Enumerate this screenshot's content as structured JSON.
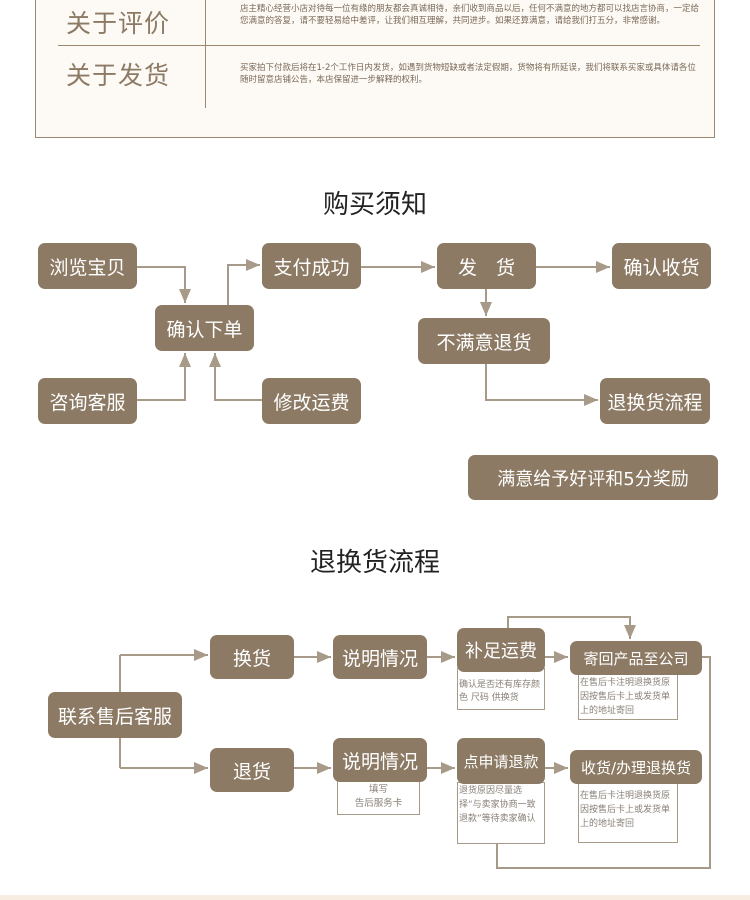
{
  "policy": {
    "review_title": "关于评价",
    "review_text": "店主精心经营小店对待每一位有缘的朋友都会真诚相待，亲们收到商品以后，任何不满意的地方都可以找店言协商，一定给您满意的答复，请不要轻易给中差评，让我们相互理解，共同进步。如果还算满意，请给我们打五分，非常感谢。",
    "shipping_title": "关于发货",
    "shipping_text": "买家拍下付款后将在1-2个工作日内发货，如遇到货物短缺或者法定假期，货物将有所延误，我们将联系买家或具体请各位随时留意店铺公告，本店保留进一步解释的权利。"
  },
  "purchase": {
    "title": "购买须知",
    "browse": "浏览宝贝",
    "pay": "支付成功",
    "ship": "发　货",
    "receive": "确认收货",
    "order": "确认下单",
    "unsatisfied": "不满意退货",
    "consult": "咨询客服",
    "modify": "修改运费",
    "return_flow": "退换货流程",
    "satisfied": "满意给予好评和5分奖励"
  },
  "returns": {
    "title": "退换货流程",
    "contact": "联系售后客服",
    "exchange": "换货",
    "refund": "退货",
    "explain1": "说明情况",
    "explain2": "说明情况",
    "explain2_note": "填写\n告后服务卡",
    "pay_shipping": "补足运费",
    "pay_shipping_note": "确认是否还有库存颜色 尺码 供换货",
    "send_back": "寄回产品至公司",
    "send_back_note": "在售后卡注明退换货原因按售后卡上或发货单上的地址寄回",
    "apply_refund": "点申请退款",
    "apply_refund_note": "退货原因尽量选择“与卖家协商一致退款”等待卖家确认",
    "receive_process": "收货/办理退换货",
    "receive_process_note": "在售后卡注明退换货原因按售后卡上或发货单上的地址寄回"
  }
}
